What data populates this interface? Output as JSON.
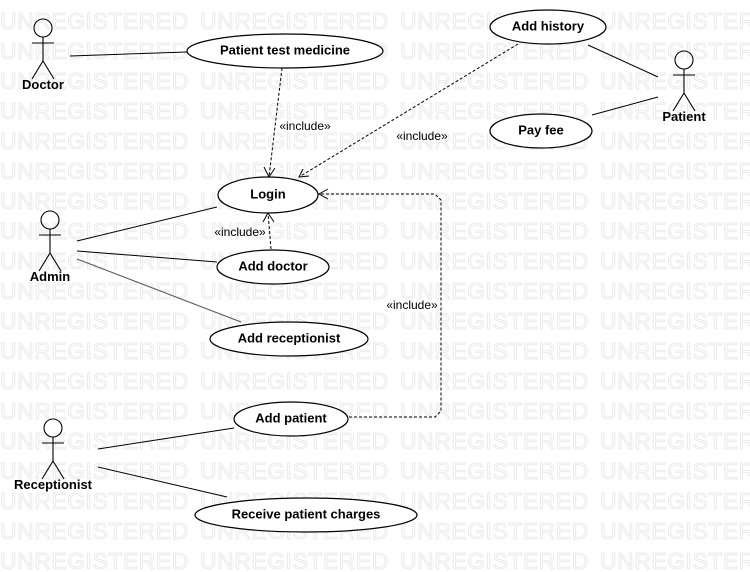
{
  "watermark": "UNREGISTERED",
  "actors": {
    "doctor": "Doctor",
    "admin": "Admin",
    "receptionist": "Receptionist",
    "patient": "Patient"
  },
  "use_cases": {
    "patient_test_medicine": "Patient test medicine",
    "login": "Login",
    "add_doctor": "Add doctor",
    "add_receptionist": "Add receptionist",
    "add_patient": "Add patient",
    "receive_patient_charges": "Receive patient charges",
    "add_history": "Add history",
    "pay_fee": "Pay fee"
  },
  "relations": {
    "include_label": "«include»"
  }
}
